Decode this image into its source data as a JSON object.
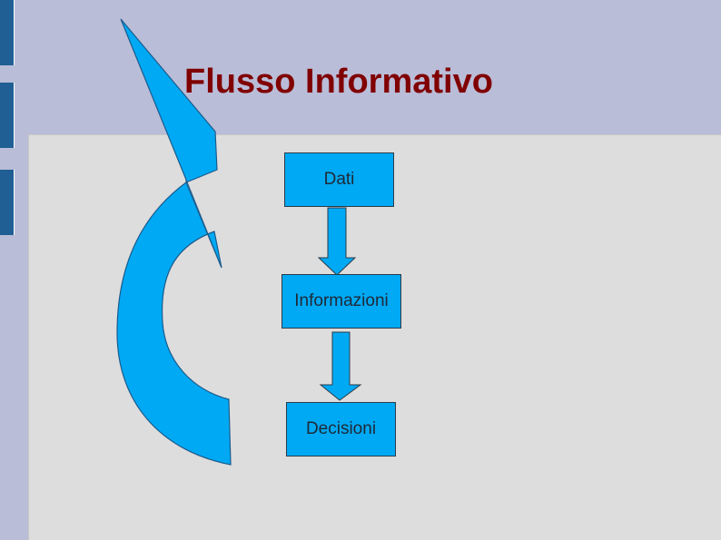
{
  "title": "Flusso Informativo",
  "nodes": [
    {
      "label": "Dati"
    },
    {
      "label": "Informazioni"
    },
    {
      "label": "Decisioni"
    }
  ],
  "colors": {
    "background": "#b9bdd8",
    "panel": "#dddddd",
    "node_fill": "#00a9f4",
    "arrow_fill": "#00a9f4",
    "title_text": "#800000",
    "marker": "#1f5f93",
    "outline": "#2c3b4a"
  },
  "shapes": {
    "feedback_arrow": "curved-feedback-arrow",
    "flow_arrows": [
      "down-arrow",
      "down-arrow"
    ]
  }
}
